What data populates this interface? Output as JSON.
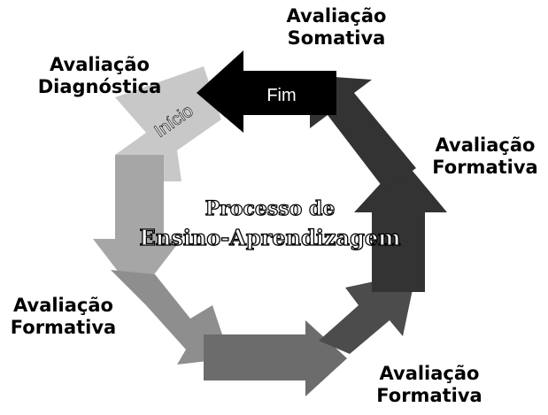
{
  "center": {
    "line1": "Processo de",
    "line2": "Ensino-Aprendizagem"
  },
  "labels": {
    "diagnostica": [
      "Avaliação",
      "Diagnóstica"
    ],
    "somativa": [
      "Avaliação",
      "Somativa"
    ],
    "formativa_right": [
      "Avaliação",
      "Formativa"
    ],
    "formativa_bottom": [
      "Avaliação",
      "Formativa"
    ],
    "formativa_left": [
      "Avaliação",
      "Formativa"
    ]
  },
  "arrow_text": {
    "inicio": "Início",
    "fim": "Fim"
  },
  "colors": {
    "arrow_1": "#c8c8c8",
    "arrow_2": "#a6a6a6",
    "arrow_3": "#8e8e8e",
    "arrow_4": "#6c6c6c",
    "arrow_5": "#4c4c4c",
    "arrow_6": "#333333",
    "arrow_fim": "#000000"
  }
}
